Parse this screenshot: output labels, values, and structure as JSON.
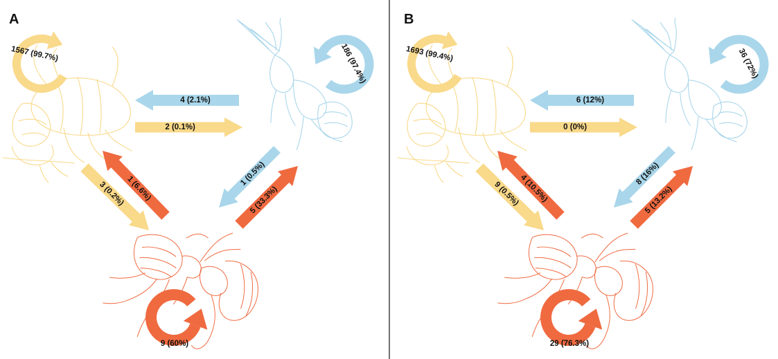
{
  "colors": {
    "aphid": "#f9d98a",
    "wasp": "#a9d6ea",
    "ant": "#f06a40",
    "divider": "#111111"
  },
  "icons": {
    "aphid": "aphid-illustration-icon",
    "wasp": "parasitoid-wasp-illustration-icon",
    "ant": "ant-illustration-icon"
  },
  "panels": [
    {
      "letter": "A",
      "flows": {
        "aphid_self": "1567 (99.7%)",
        "wasp_self": "186 (97.4%)",
        "ant_self": "9 (60%)",
        "wasp_to_aphid": "4 (2.1%)",
        "aphid_to_wasp": "2 (0.1%)",
        "aphid_to_ant": "3 (0.2%)",
        "ant_to_aphid": "1 (6.6%)",
        "wasp_to_ant": "1 (0.5%)",
        "ant_to_wasp": "5 (33.3%)"
      }
    },
    {
      "letter": "B",
      "flows": {
        "aphid_self": "1693 (99.4%)",
        "wasp_self": "36 (72%)",
        "ant_self": "29 (76.3%)",
        "wasp_to_aphid": "6 (12%)",
        "aphid_to_wasp": "0 (0%)",
        "aphid_to_ant": "9 (0.5%)",
        "ant_to_aphid": "4 (10.5%)",
        "wasp_to_ant": "8 (16%)",
        "ant_to_wasp": "5 (13.2%)"
      }
    }
  ]
}
